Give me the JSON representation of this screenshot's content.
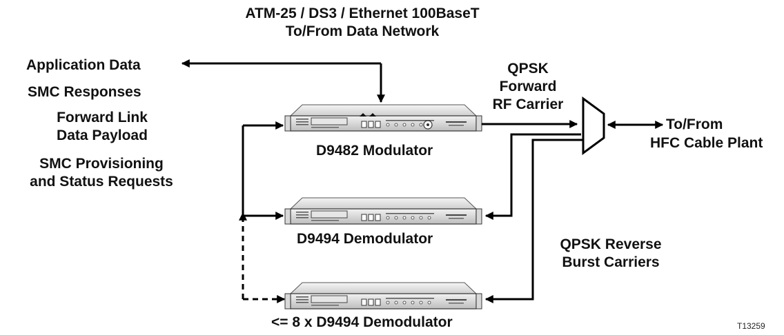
{
  "network": {
    "line1": "ATM-25 / DS3 / Ethernet 100BaseT",
    "line2": "To/From Data Network"
  },
  "left_labels": {
    "application_data": "Application Data",
    "smc_responses": "SMC Responses",
    "forward_link_1": "Forward Link",
    "forward_link_2": "Data Payload",
    "provisioning_1": "SMC Provisioning",
    "provisioning_2": "and Status Requests"
  },
  "forward_carrier": {
    "line1": "QPSK",
    "line2": "Forward",
    "line3": "RF Carrier"
  },
  "hfc": {
    "line1": "To/From",
    "line2": "HFC Cable Plant"
  },
  "reverse_carrier": {
    "line1": "QPSK Reverse",
    "line2": "Burst Carriers"
  },
  "devices": {
    "modulator": "D9482 Modulator",
    "demodulator": "D9494 Demodulator",
    "demodulator_array": "<= 8 x D9494 Demodulator"
  },
  "figure_id": "T13259"
}
